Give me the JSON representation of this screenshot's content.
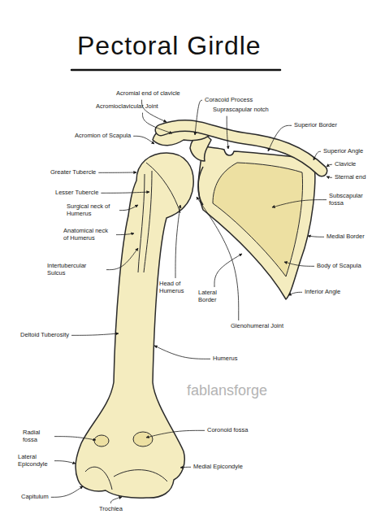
{
  "diagram": {
    "title": "Pectoral Girdle",
    "labels": [
      "Acromial end of clavicle",
      "Acromioclavicular Joint",
      "Acromion of Scapula",
      "Coracoid Process",
      "Suprascapular notch",
      "Superior Border",
      "Superior Angle",
      "Clavicle",
      "Sternal end",
      "Greater Tubercle",
      "Lesser Tubercle",
      "Surgical neck of Humerus",
      "Anatomical neck of Humerus",
      "Subscapular fossa",
      "Medial Border",
      "Body of Scapula",
      "Intertubercular Sulcus",
      "Inferior Angle",
      "Head of Humerus",
      "Lateral Border",
      "Glenohumeral Joint",
      "Deltoid Tuberosity",
      "Humerus",
      "Radial fossa",
      "Coronoid fossa",
      "Lateral Epicondyle",
      "Medial Epicondyle",
      "Capitulum",
      "Trochlea",
      "fablansforge"
    ]
  }
}
